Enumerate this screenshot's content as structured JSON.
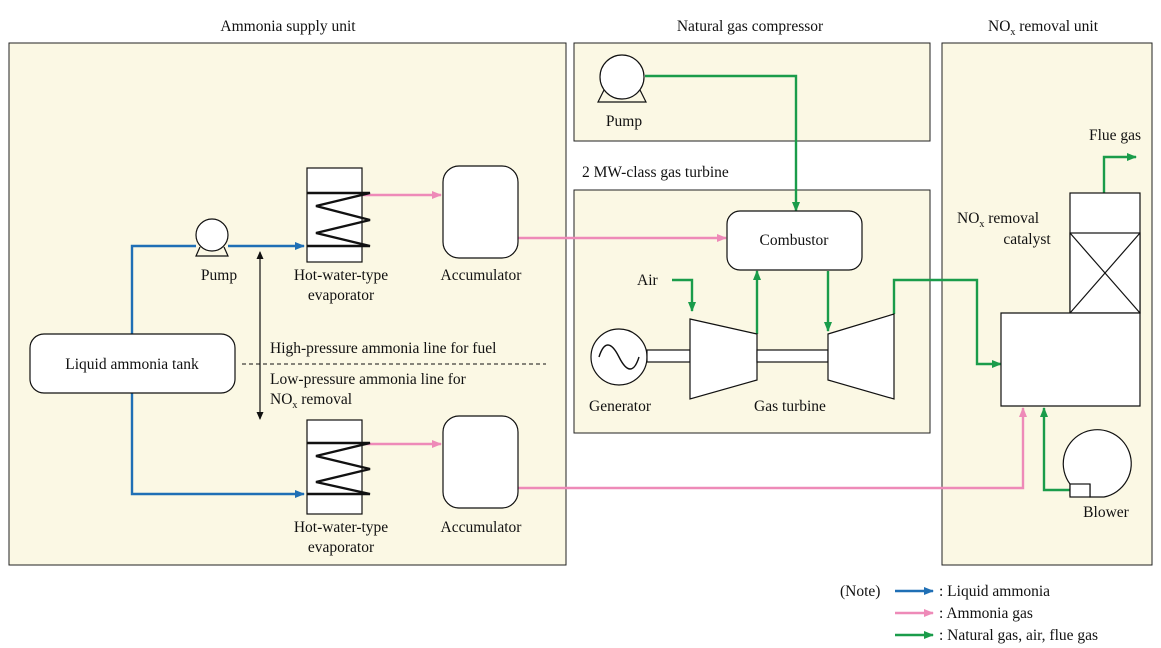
{
  "sections": {
    "ammonia_supply_unit": "Ammonia supply unit",
    "natural_gas_compressor": "Natural gas compressor",
    "nox_removal_unit_main": "NO",
    "nox_removal_unit_sub": "x",
    "nox_removal_unit_tail": " removal unit",
    "gas_turbine_section": "2 MW-class gas turbine"
  },
  "components": {
    "pump_top": "Pump",
    "evaporator_top_line1": "Hot-water-type",
    "evaporator_top_line2": "evaporator",
    "accumulator_top": "Accumulator",
    "liquid_ammonia_tank": "Liquid ammonia tank",
    "evaporator_bottom_line1": "Hot-water-type",
    "evaporator_bottom_line2": "evaporator",
    "accumulator_bottom": "Accumulator",
    "pump_compressor": "Pump",
    "combustor": "Combustor",
    "air": "Air",
    "generator": "Generator",
    "gas_turbine": "Gas turbine",
    "flue_gas": "Flue gas",
    "nox_catalyst_main": "NO",
    "nox_catalyst_sub": "x",
    "nox_catalyst_tail": " removal",
    "nox_catalyst_line2": "catalyst",
    "blower": "Blower"
  },
  "lines": {
    "high_pressure": "High-pressure ammonia line for fuel",
    "low_pressure_line1": "Low-pressure ammonia line for",
    "low_pressure_line2_main": "NO",
    "low_pressure_line2_sub": "x",
    "low_pressure_line2_tail": " removal"
  },
  "legend": {
    "note": "(Note)",
    "items": [
      {
        "label": ": Liquid ammonia",
        "color": "#1f6fb5"
      },
      {
        "label": ": Ammonia gas",
        "color": "#ee8ab8"
      },
      {
        "label": ": Natural gas, air, flue gas",
        "color": "#1a9c4a"
      }
    ]
  },
  "colors": {
    "liquid_ammonia": "#1f6fb5",
    "ammonia_gas": "#ee8ab8",
    "natural_gas_air_flue": "#1a9c4a",
    "panel_fill": "#fbf8e4"
  }
}
